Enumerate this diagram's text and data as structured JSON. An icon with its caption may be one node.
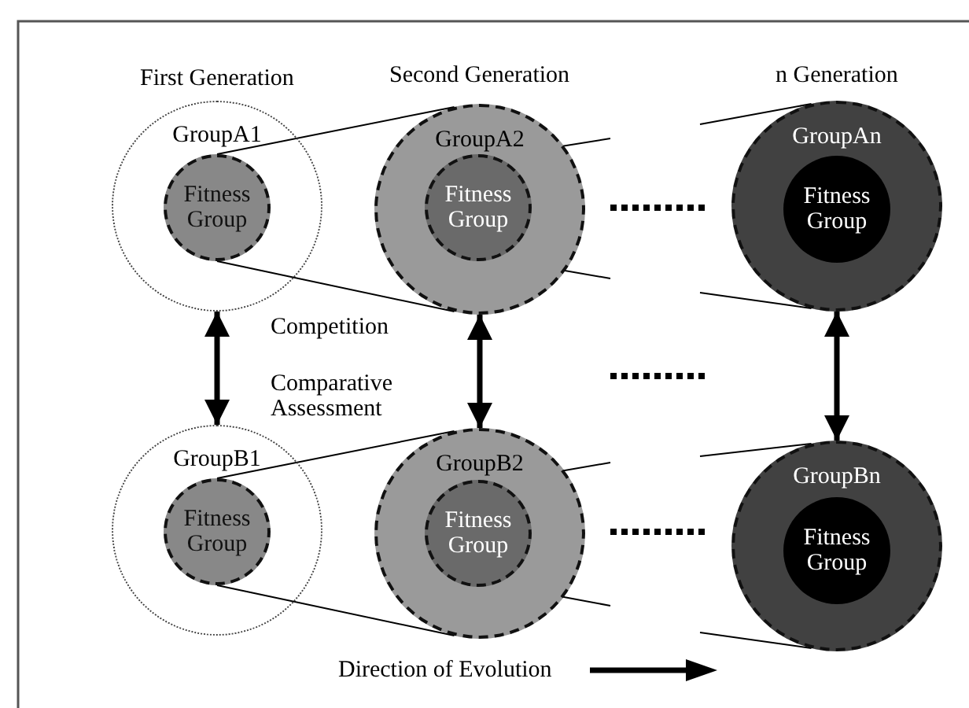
{
  "diagram": {
    "nodes": [
      {
        "text": [
          "GroupA1"
        ]
      },
      {
        "text": [
          "Fitness Group"
        ],
        "in": 0
      },
      {
        "text": [
          "GroupA2"
        ]
      },
      {
        "text": [
          "Fitness Group"
        ],
        "in": 2
      },
      {
        "text": [
          "GroupAn"
        ]
      },
      {
        "text": [
          "Fitness Group"
        ],
        "in": 4
      },
      {
        "text": [
          "GroupB1"
        ]
      },
      {
        "text": [
          "Fitness Group"
        ],
        "in": 6
      },
      {
        "text": [
          "GroupB2"
        ]
      },
      {
        "text": [
          "Fitness Group"
        ],
        "in": 8
      },
      {
        "text": [
          "GroupBn"
        ]
      },
      {
        "text": [
          "Fitness Group"
        ],
        "in": 10
      }
    ],
    "edges": [
      {
        "from": 1,
        "to": 2,
        "arrow": "none"
      },
      {
        "from": 1,
        "to": 2,
        "arrow": "none"
      },
      {
        "from": 3,
        "to": null,
        "arrow": "none"
      },
      {
        "from": 3,
        "to": null,
        "arrow": "none"
      },
      {
        "from": null,
        "to": 4,
        "arrow": "none"
      },
      {
        "from": null,
        "to": 4,
        "arrow": "none"
      },
      {
        "from": 7,
        "to": 8,
        "arrow": "none"
      },
      {
        "from": 7,
        "to": 8,
        "arrow": "none"
      },
      {
        "from": 9,
        "to": null,
        "arrow": "none"
      },
      {
        "from": 9,
        "to": null,
        "arrow": "none"
      },
      {
        "from": null,
        "to": 10,
        "arrow": "none"
      },
      {
        "from": null,
        "to": 10,
        "arrow": "none"
      },
      {
        "from": 0,
        "to": 6,
        "arrow": "both",
        "style": "thick"
      },
      {
        "from": 2,
        "to": 8,
        "arrow": "both",
        "style": "thick"
      },
      {
        "from": 4,
        "to": 10,
        "arrow": "both",
        "style": "thick"
      }
    ],
    "labels": [
      "First Generation",
      "Second Generation",
      "n Generation",
      "Competition",
      "Comparative Assessment",
      "Direction of Evolution"
    ]
  }
}
